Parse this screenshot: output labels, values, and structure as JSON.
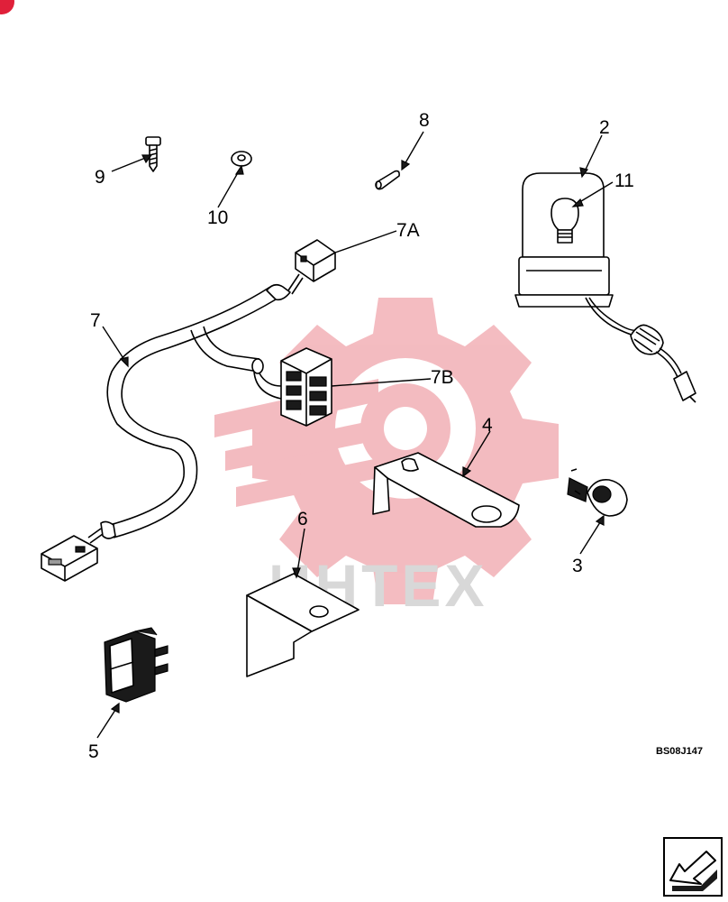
{
  "diagram": {
    "callouts": {
      "c2": "2",
      "c3": "3",
      "c4": "4",
      "c5": "5",
      "c6": "6",
      "c7": "7",
      "c7a": "7A",
      "c7b": "7B",
      "c8": "8",
      "c9": "9",
      "c10": "10",
      "c11": "11"
    },
    "figure_code": "BS08J147",
    "watermark": "ИНТЕХ"
  },
  "colors": {
    "watermark": "#f2b0b6",
    "corner_mark": "#e0203a"
  },
  "nav": {
    "icon": "arrow-bottom-left-icon"
  }
}
